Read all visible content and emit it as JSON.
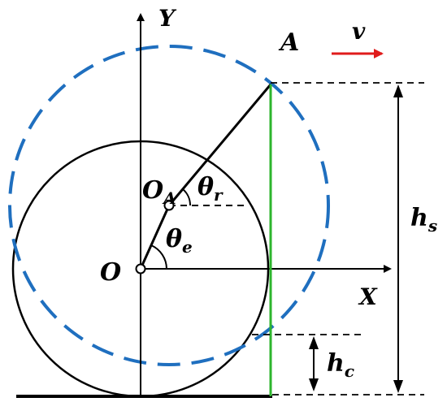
{
  "labels": {
    "y_axis": "Y",
    "x_axis": "X",
    "origin": "O",
    "point_a": "A",
    "velocity": "v",
    "joint_main": "O",
    "joint_sub": "A",
    "theta_r_main": "θ",
    "theta_r_sub": "r",
    "theta_e_main": "θ",
    "theta_e_sub": "e",
    "hs_main": "h",
    "hs_sub": "s",
    "hc_main": "h",
    "hc_sub": "c"
  },
  "colors": {
    "line": "#000000",
    "dashed_circle": "#1f6fbf",
    "vertical_line": "#2db52d",
    "velocity_arrow": "#e01b1b",
    "background": "#ffffff"
  }
}
